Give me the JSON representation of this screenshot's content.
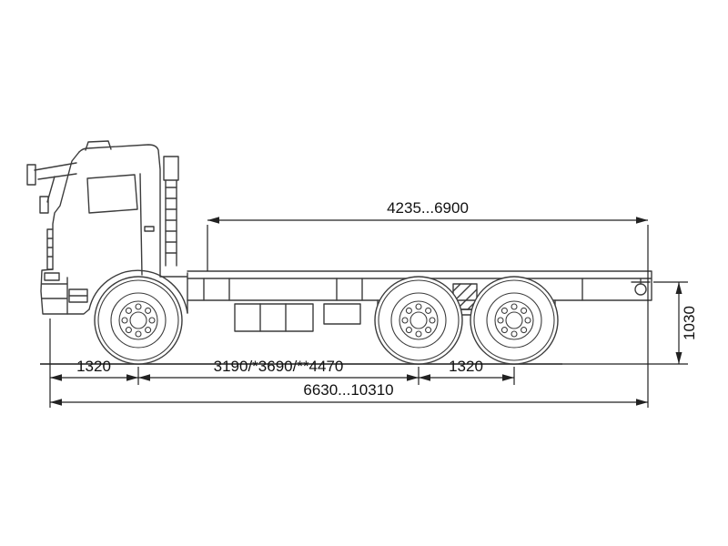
{
  "diagram": {
    "subject": "Truck chassis side-view dimensional drawing",
    "colors": {
      "line": "#3c3c3c",
      "dimension": "#222222",
      "text": "#111111",
      "background": "#ffffff"
    },
    "labels": {
      "top_span": "4235...6900",
      "frame_height": "1030",
      "front_overhang": "1320",
      "wheelbase": "3190/*3690/**4470",
      "rear_bogie_spacing": "1320",
      "overall_length": "6630...10310"
    }
  }
}
